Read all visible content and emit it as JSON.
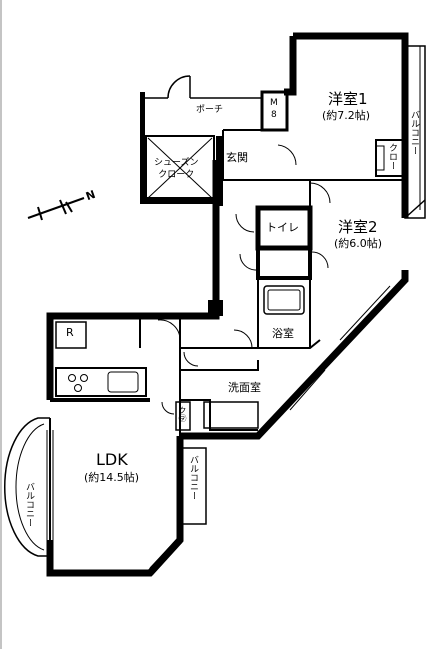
{
  "rooms": {
    "yoshitsu1_name": "洋室1",
    "yoshitsu1_size": "(約7.2帖)",
    "yoshitsu2_name": "洋室2",
    "yoshitsu2_size": "(約6.0帖)",
    "ldk_name": "LDK",
    "ldk_size": "(約14.5帖)",
    "toilet": "トイレ",
    "bath": "浴室",
    "washroom": "洗面室",
    "entrance": "玄関",
    "porch": "ポーチ",
    "shoes_closet": "シューズン\nクローク",
    "mb": "M\n8",
    "closet": "クロー",
    "kura": "ク㋾",
    "fridge": "R",
    "balcony_right": "バルコニー",
    "balcony_mid": "バルコニー",
    "balcony_left": "バルコニー"
  },
  "compass": "N"
}
